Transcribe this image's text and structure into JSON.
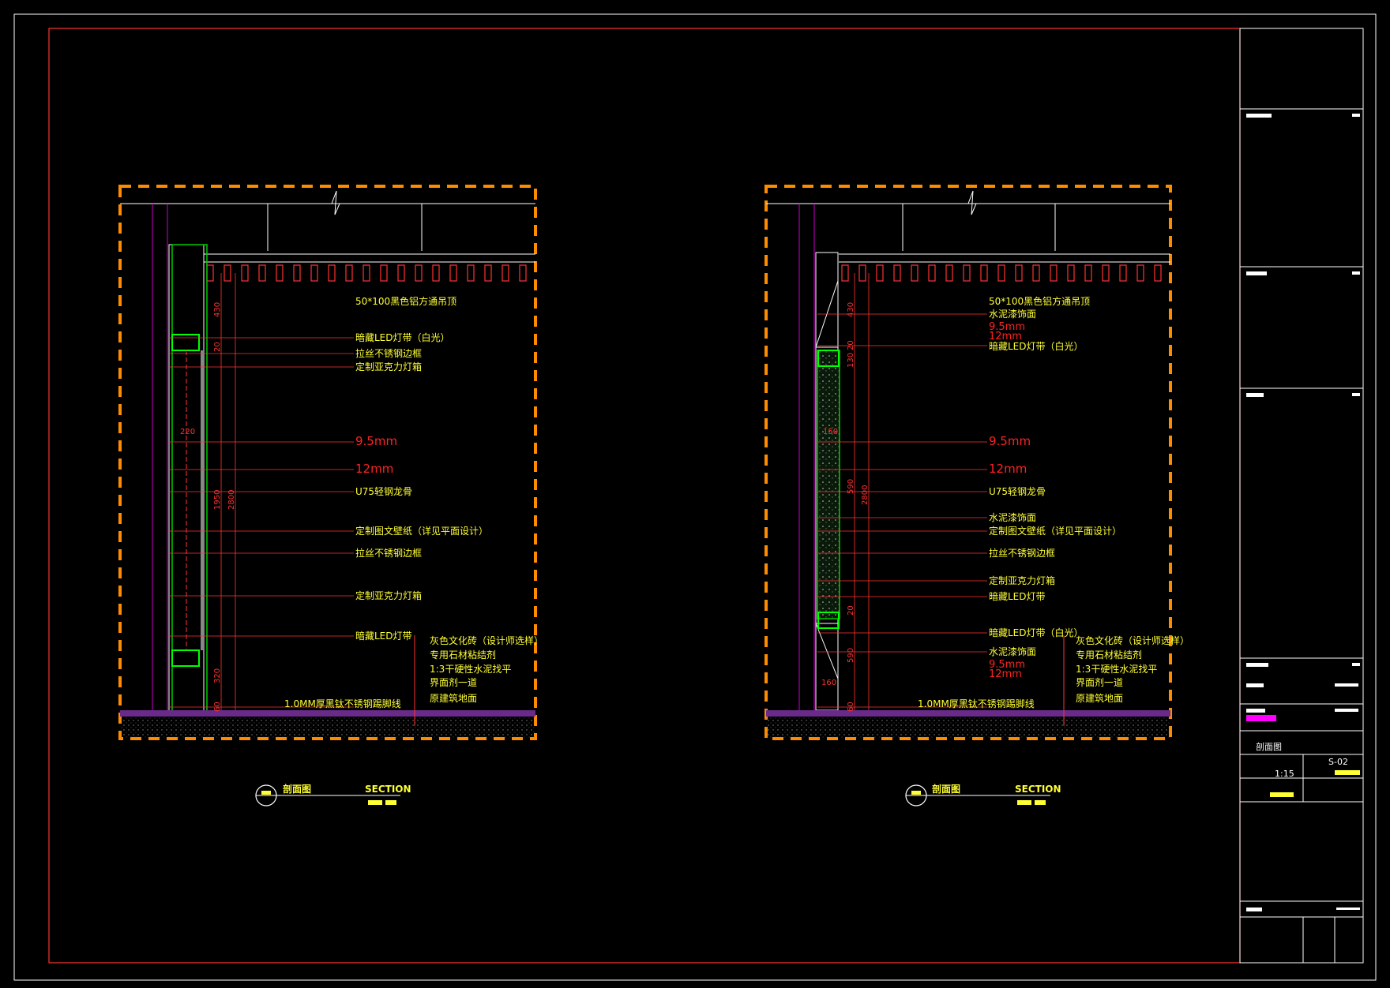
{
  "drawing": {
    "scale": "1:15",
    "sheet_no": "S-02",
    "sheet_title": "剖面图"
  },
  "left_section": {
    "title_cn": "剖面图",
    "title_en": "SECTION",
    "dims": {
      "top": "430",
      "gap": "20",
      "width": "220",
      "mid": "1950",
      "total": "2800",
      "bot": "320",
      "base": "60"
    },
    "labels": [
      "50*100黑色铝方通吊顶",
      "暗藏LED灯带（白光）",
      "拉丝不锈钢边框",
      "定制亚克力灯箱",
      "9.5mm",
      "12mm",
      "U75轻钢龙骨",
      "定制图文壁纸（详见平面设计）",
      "拉丝不锈钢边框",
      "定制亚克力灯箱",
      "暗藏LED灯带",
      "1.0MM厚黑钛不锈钢踢脚线"
    ],
    "floor_labels": [
      "灰色文化砖（设计师选样）",
      "专用石材粘结剂",
      "1:3干硬性水泥找平",
      "界面剂一道",
      "原建筑地面"
    ]
  },
  "right_section": {
    "title_cn": "剖面图",
    "title_en": "SECTION",
    "dims": {
      "top": "430",
      "led": "130",
      "gap1": "20",
      "width": "150",
      "mid": "590",
      "total": "2800",
      "gap2": "20",
      "bot": "590",
      "width2": "160",
      "base": "60"
    },
    "labels": [
      "50*100黑色铝方通吊顶",
      "水泥漆饰面",
      "9.5mm",
      "12mm",
      "暗藏LED灯带（白光）",
      "9.5mm",
      "12mm",
      "U75轻钢龙骨",
      "水泥漆饰面",
      "定制图文壁纸（详见平面设计）",
      "拉丝不锈钢边框",
      "定制亚克力灯箱",
      "暗藏LED灯带",
      "暗藏LED灯带（白光）",
      "水泥漆饰面",
      "9.5mm",
      "12mm",
      "1.0MM厚黑钛不锈钢踢脚线"
    ],
    "floor_labels": [
      "灰色文化砖（设计师选样）",
      "专用石材粘结剂",
      "1:3干硬性水泥找平",
      "界面剂一道",
      "原建筑地面"
    ]
  }
}
